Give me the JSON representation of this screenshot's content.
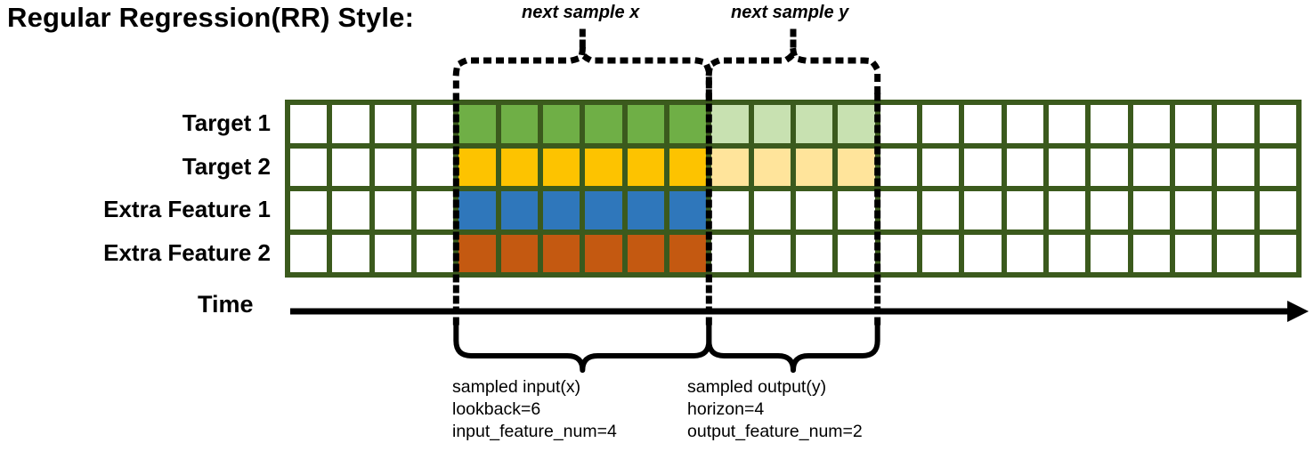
{
  "title": "Regular Regression(RR) Style:",
  "top_braces": [
    {
      "label": "next sample x",
      "span_cols": [
        4,
        9
      ]
    },
    {
      "label": "next sample y",
      "span_cols": [
        10,
        13
      ]
    }
  ],
  "rows": [
    {
      "label": "Target 1",
      "color": "#6FAF46",
      "faded_color": "#C8E1B1",
      "filled_cols": [
        4,
        5,
        6,
        7,
        8,
        9
      ],
      "faded_cols": [
        10,
        11,
        12,
        13
      ]
    },
    {
      "label": "Target 2",
      "color": "#FDC300",
      "faded_color": "#FFE49B",
      "filled_cols": [
        4,
        5,
        6,
        7,
        8,
        9
      ],
      "faded_cols": [
        10,
        11,
        12,
        13
      ]
    },
    {
      "label": "Extra Feature 1",
      "color": "#2F77BB",
      "faded_color": null,
      "filled_cols": [
        4,
        5,
        6,
        7,
        8,
        9
      ],
      "faded_cols": []
    },
    {
      "label": "Extra Feature 2",
      "color": "#C45911",
      "faded_color": null,
      "filled_cols": [
        4,
        5,
        6,
        7,
        8,
        9
      ],
      "faded_cols": []
    }
  ],
  "grid": {
    "columns": 24,
    "rows": 4,
    "border_color": "#3b5a1d",
    "empty_color": "#ffffff"
  },
  "time_axis": {
    "label": "Time",
    "direction": "right"
  },
  "bottom_braces": [
    {
      "lines": [
        "sampled input(x)",
        "lookback=6",
        "input_feature_num=4"
      ],
      "span_cols": [
        4,
        9
      ]
    },
    {
      "lines": [
        "sampled output(y)",
        "horizon=4",
        "output_feature_num=2"
      ],
      "span_cols": [
        10,
        13
      ]
    }
  ],
  "colors": {
    "green": "#6FAF46",
    "green_faded": "#C8E1B1",
    "yellow": "#FDC300",
    "yellow_faded": "#FFE49B",
    "blue": "#2F77BB",
    "orange": "#C45911",
    "grid_border": "#3b5a1d",
    "ink": "#000000"
  }
}
